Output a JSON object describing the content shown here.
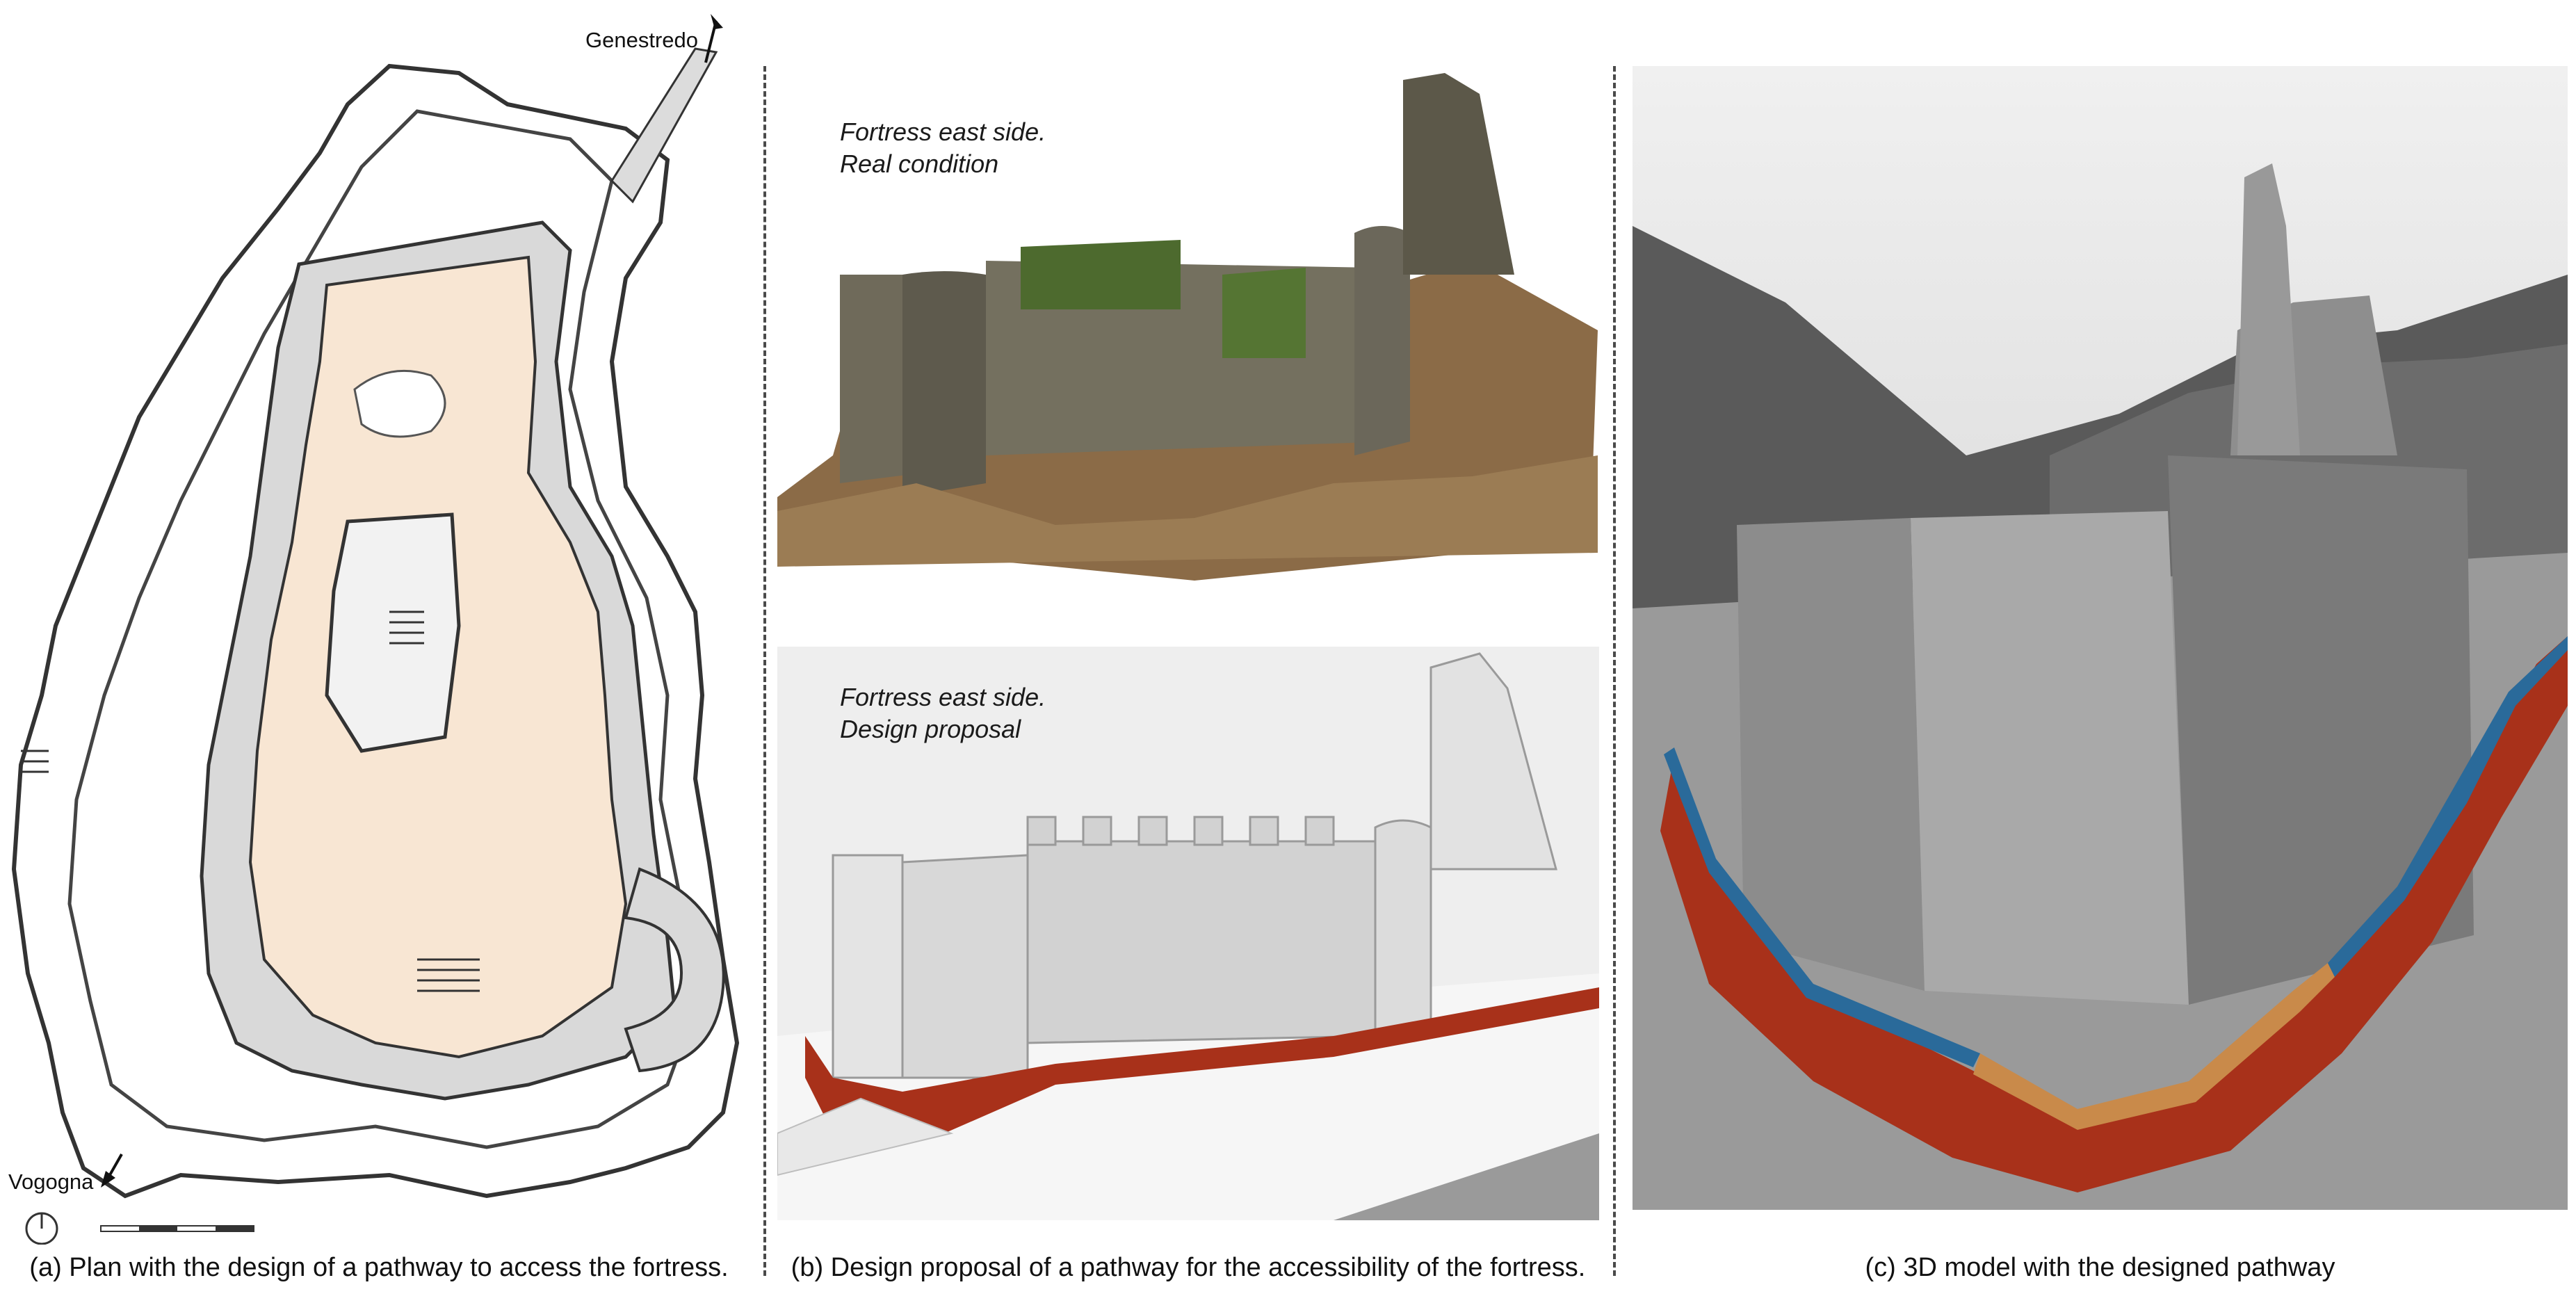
{
  "panel_a": {
    "label_north": "Genestredo",
    "label_south": "Vogogna",
    "caption": "(a) Plan with the design of a pathway to access the fortress."
  },
  "panel_b": {
    "top_note": {
      "line1": "Fortress east side.",
      "line2": "Real condition"
    },
    "bottom_note": {
      "line1": "Fortress east side.",
      "line2": "Design proposal"
    },
    "caption": "(b) Design proposal of a pathway for the accessibility of the fortress."
  },
  "panel_c": {
    "caption": "(c) 3D model with the designed pathway"
  },
  "colors": {
    "floor_fill": "#f8e6d3",
    "wall_gray": "#d9d9d9",
    "pathway_red": "#a8311a",
    "pathway_wood": "#c98a4a",
    "pathway_blue": "#2a6a9a"
  }
}
